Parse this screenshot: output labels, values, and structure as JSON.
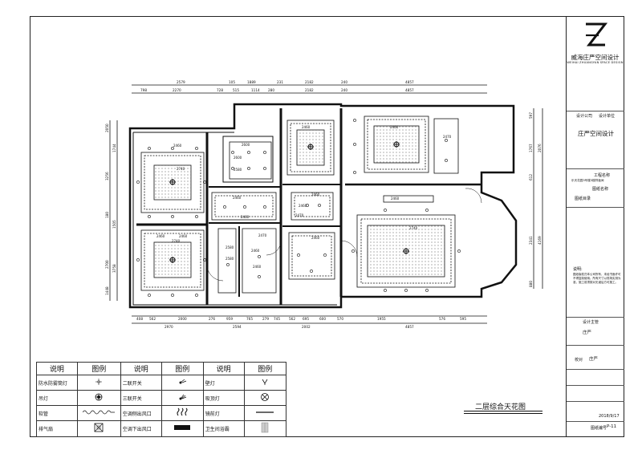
{
  "title": "二层综合天花图",
  "brand": {
    "cn": "威海庄严空间设计",
    "en": "WEIHAI ZHUANGYAN SPACE DESIGN"
  },
  "titleblock": {
    "header_left": "设计公司",
    "header_right": "设计单位",
    "company": "庄严空间设计",
    "project_label": "工程名称",
    "project": "乐天花园3号楼3楼样板间",
    "drawing_label": "图纸名称",
    "drawing": "图纸目录",
    "note_label": "说明:",
    "notes": "图纸版权归本公司所有，未经书面许可不得复制使用。所有尺寸以现场实测为准，施工前须核对无误后方可施工。",
    "designer_label": "设计主管",
    "designer": "庄严",
    "checker_label": "校对",
    "checker": "庄严",
    "date": "2018/9/17",
    "sheet_label": "图纸编号",
    "sheet": "P-11"
  },
  "dimensions": {
    "top1": [
      "2579",
      "105",
      "1889",
      "231",
      "2182",
      "240",
      "4857"
    ],
    "top2": [
      "798",
      "2270",
      "728",
      "515",
      "1114",
      "280",
      "2182",
      "240",
      "4857"
    ],
    "bottom1": [
      "408",
      "562",
      "2000",
      "276",
      "959",
      "765",
      "279",
      "745",
      "562",
      "695",
      "600",
      "570",
      "1955",
      "576",
      "595"
    ],
    "bottom2": [
      "2970",
      "2594",
      "2002",
      "4857"
    ],
    "left": [
      "2050",
      "1744",
      "3256",
      "180",
      "2436",
      "1505",
      "3758",
      "2700",
      "1448"
    ],
    "right": [
      "597",
      "1767",
      "2076",
      "612",
      "2341",
      "4169",
      "880"
    ]
  },
  "ceiling_labels": [
    "2460",
    "2740",
    "2470",
    "2580",
    "2460",
    "2660"
  ],
  "legend": {
    "headers": [
      "说明",
      "图例",
      "说明",
      "图例",
      "说明",
      "图例"
    ],
    "rows": [
      [
        "防水防雾筒灯",
        "二联开关",
        "壁灯"
      ],
      [
        "吊灯",
        "三联开关",
        "吸顶灯"
      ],
      [
        "软管",
        "空调侧出风口",
        "镜前灯"
      ],
      [
        "排气扇",
        "空调下出风口",
        "卫生间浴霸"
      ]
    ]
  },
  "colors": {
    "line": "#111111",
    "fill": "#dddddd"
  }
}
